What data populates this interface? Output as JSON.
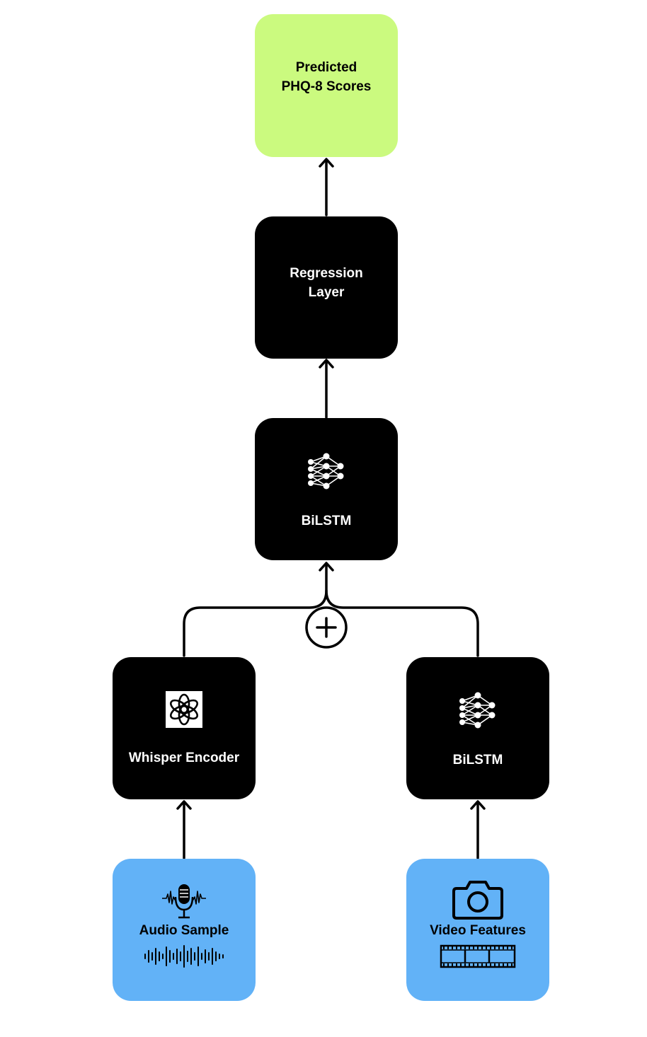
{
  "nodes": {
    "output": {
      "line1": "Predicted",
      "line2": "PHQ-8 Scores",
      "color": "#cbfa7f"
    },
    "regression": {
      "line1": "Regression",
      "line2": "Layer",
      "color": "#000000"
    },
    "bilstm_top": {
      "label": "BiLSTM",
      "icon": "neural-network-icon"
    },
    "whisper": {
      "label": "Whisper Encoder",
      "icon": "openai-logo-icon"
    },
    "bilstm_right": {
      "label": "BiLSTM",
      "icon": "neural-network-icon"
    },
    "audio": {
      "label": "Audio Sample",
      "icon": "microphone-icon",
      "color": "#62b2f7"
    },
    "video": {
      "label": "Video Features",
      "icon": "camera-icon",
      "color": "#62b2f7"
    }
  },
  "fusion": {
    "symbol": "+",
    "icon": "plus-circle-icon"
  }
}
